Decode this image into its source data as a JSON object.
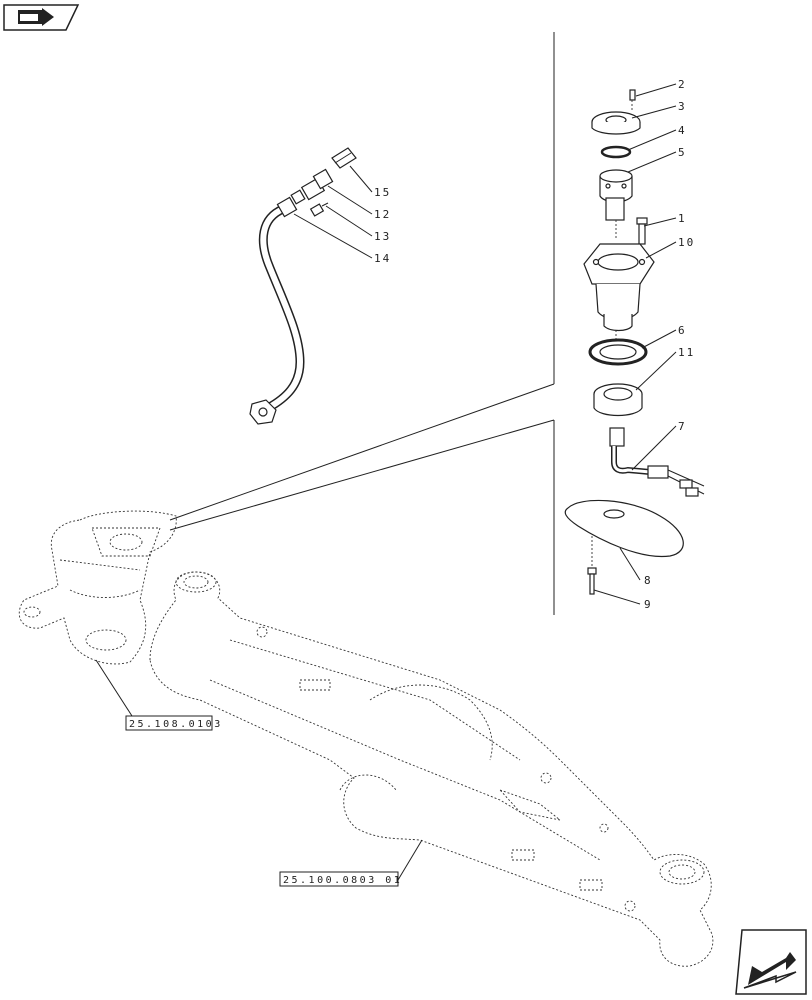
{
  "callouts": {
    "c1": "1",
    "c2": "2",
    "c3": "3",
    "c4": "4",
    "c5": "5",
    "c6": "6",
    "c7": "7",
    "c8": "8",
    "c9": "9",
    "c10": "10",
    "c11": "11",
    "c12": "12",
    "c13": "13",
    "c14": "14",
    "c15": "15"
  },
  "references": {
    "steering_knuckle": "25.108.0103",
    "axle_housing": "25.100.0803 01"
  },
  "icons": {
    "top_left": "prev-page-arrow-icon",
    "bottom_right": "next-page-arrow-icon"
  }
}
